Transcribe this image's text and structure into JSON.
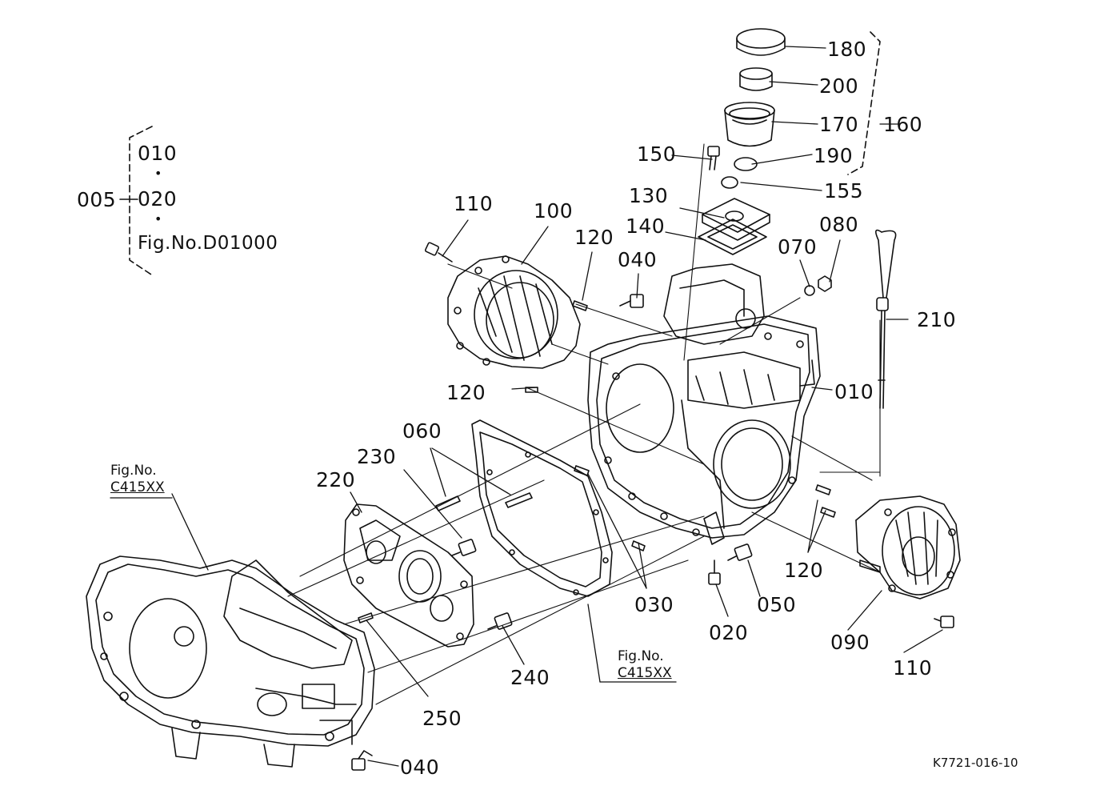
{
  "figure_code": "K7721-016-10",
  "group": {
    "label": "005",
    "items": [
      "010",
      "020"
    ],
    "reference": "Fig.No.D01000"
  },
  "figure_references": [
    {
      "line1": "Fig.No.",
      "line2": "C415XX"
    },
    {
      "line1": "Fig.No.",
      "line2": "C415XX"
    }
  ],
  "callouts": {
    "p180": "180",
    "p200": "200",
    "p170": "170",
    "p160": "160",
    "p150": "150",
    "p190": "190",
    "p155": "155",
    "p130": "130",
    "p140": "140",
    "p110a": "110",
    "p100": "100",
    "p120a": "120",
    "p040a": "040",
    "p070": "070",
    "p080": "080",
    "p210": "210",
    "p010": "010",
    "p120b": "120",
    "p060": "060",
    "p230": "230",
    "p220": "220",
    "p120c": "120",
    "p030": "030",
    "p050": "050",
    "p020": "020",
    "p090": "090",
    "p110b": "110",
    "p240": "240",
    "p250": "250",
    "p040b": "040"
  },
  "colors": {
    "ink": "#111111",
    "paper": "#ffffff"
  }
}
